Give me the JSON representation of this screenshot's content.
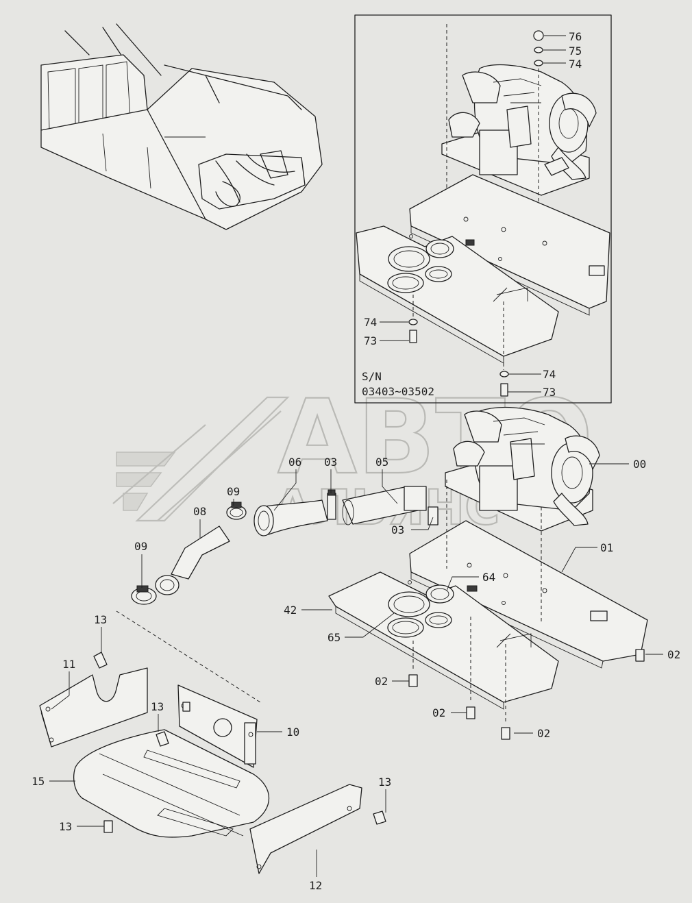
{
  "watermark": {
    "top": "АВТО",
    "bottom": "АЛЬЯНС"
  },
  "serial_note": {
    "line1": "S/N",
    "line2": "03403~03502"
  },
  "callouts": [
    "76",
    "75",
    "74",
    "74",
    "73",
    "74",
    "73",
    "00",
    "06",
    "03",
    "05",
    "09",
    "08",
    "03",
    "01",
    "09",
    "64",
    "42",
    "65",
    "13",
    "11",
    "02",
    "02",
    "02",
    "02",
    "13",
    "10",
    "15",
    "13",
    "13",
    "12"
  ]
}
